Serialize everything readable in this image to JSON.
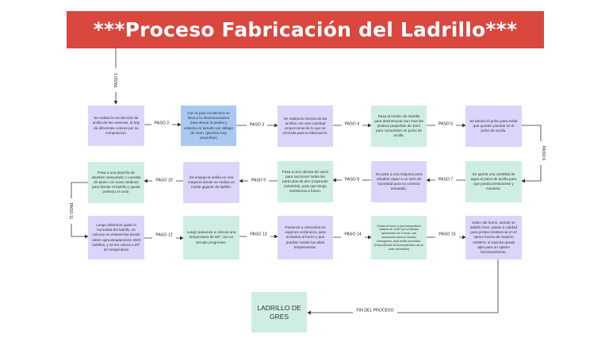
{
  "title": "***Proceso Fabricación del Ladrillo***",
  "steps": [
    {
      "id": "s1",
      "text": "Se realiza la recolección de arcilla de las canteras, la hay de diferentes colores por su composicion."
    },
    {
      "id": "s2",
      "text": "Con la pala recolectora se lleva a la desmenuzadora para triturar la piedra y volverla en tamaño por debajo de 4mm. (piedras muy pequeñas)"
    },
    {
      "id": "s3",
      "text": "Se realiza la mezcla de las arcillas con una cantidad proporcional de lo que se necesita para la fabricación."
    },
    {
      "id": "s4",
      "text": "Pasa al molino de martillo para desmenuzar aun mas las piedras pequeñas de 4mm para convertirse en polvo de arcilla."
    },
    {
      "id": "s5",
      "text": "Se tamiza el polvo para evitar que queden piedras en el polvo de arcilla."
    },
    {
      "id": "s6",
      "text": "Se aporta una cantidad de agua al polvo de arcilla para que pueda presionarse y moverse."
    },
    {
      "id": "s7",
      "text": "Se pasa a una máquina para añadirle vapor a un 16% de humedad para su correcto amasado."
    },
    {
      "id": "s8",
      "text": "Pasa a una cámara de vacío para succionar todas las partículas de aire (Aspirador industrial), para que tenga resistencia a futuro."
    },
    {
      "id": "s9",
      "text": "Se empuja la arcilla en una maquina donde se realiza un molde gigante de ladrillo."
    },
    {
      "id": "s10",
      "text": "Pasa a una plancha de alambre mascarado o cuerdas de piano con unas roldanas para biselar el ladrillo y quede perfecto el corte."
    },
    {
      "id": "s11",
      "text": "Luego debemos quitar la humedad del ladrillo, se colocan en estanterías donde caben aproximadamente 4500 ladrillos, y se les coloca a 20º de temperatura"
    },
    {
      "id": "s12",
      "text": "Luego pasamos a colocar una temperatura de 60º, con un secado progresivo."
    },
    {
      "id": "s13",
      "text": "Pasamos a colocarlos en vagones cerámicos, para enviarlos al horno y que puedan resistir las altas temperaturas."
    },
    {
      "id": "s14",
      "text": "Entran al horno a una temperatura maxima de 1100º por un tiempo aproximado de 4 horas, van avanzando para un secado homogéneo, para evitar porosidad. (Dependiendo de la temperatura da un color del ladrillo)"
    },
    {
      "id": "s15",
      "text": "Salen del horno, siendo un ladrillo Gres, pasan a calidad para probar resistencia en el ejerce fuerza de maximo 1200KN, si soporta queda apto para un optimo funcionamiento."
    }
  ],
  "final": {
    "text": "LADRILLO DE GRES"
  },
  "labels": {
    "paso1": "PASO 1",
    "paso2": "PASO 2",
    "paso3": "PASO 3",
    "paso4": "PASO 4",
    "paso5": "PASO 5",
    "paso6": "PASO 6",
    "paso7": "PASO 7",
    "paso8": "PASO 8",
    "paso9": "PASO 9",
    "paso10": "PASO 10",
    "paso11": "PASO 11",
    "paso12": "PASO 12",
    "paso13": "PASO 13",
    "paso14": "PASO 14",
    "paso15": "PASO 15",
    "fin": "FIN DEL PROCESO"
  }
}
